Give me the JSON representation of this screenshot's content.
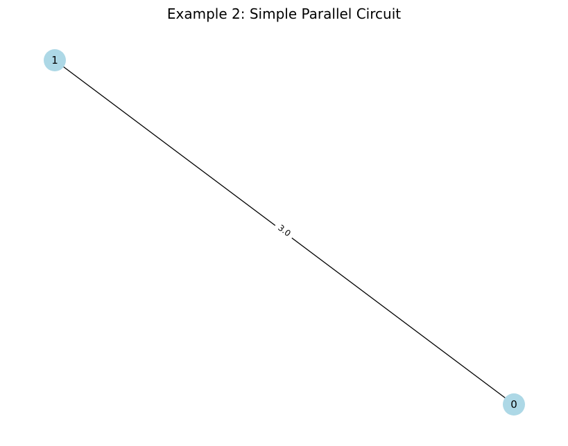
{
  "title": "Example 2: Simple Parallel Circuit",
  "graph": {
    "node_color": "#add8e6",
    "edge_color": "#000000",
    "nodes": [
      {
        "id": "1",
        "label": "1"
      },
      {
        "id": "0",
        "label": "0"
      }
    ],
    "edges": [
      {
        "source": "1",
        "target": "0",
        "label": "3.0"
      }
    ]
  }
}
